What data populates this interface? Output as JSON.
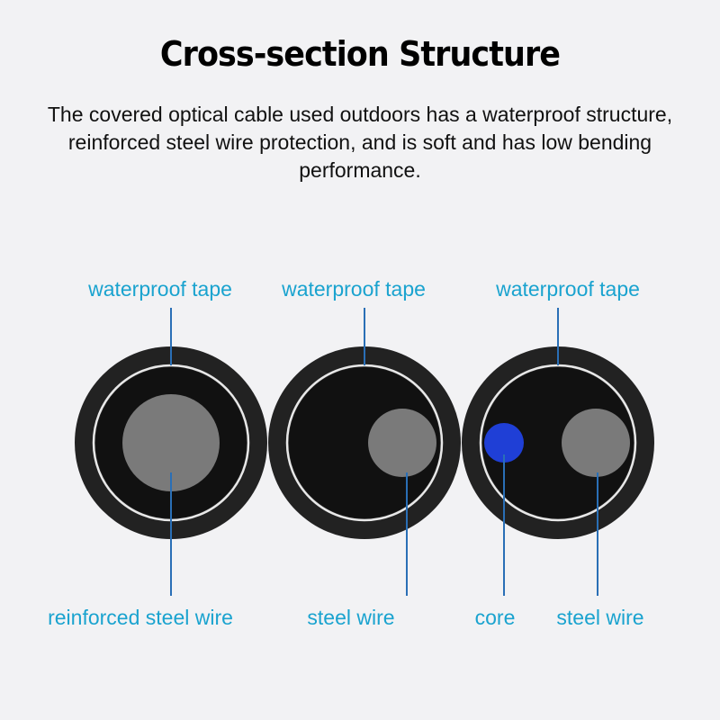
{
  "title": "Cross-section Structure",
  "description": "The covered optical cable used outdoors has a waterproof structure, reinforced steel wire protection, and is soft and has low bending performance.",
  "colors": {
    "label": "#1aa3cf",
    "leader_line": "#2a6fb6",
    "jacket": "#222222",
    "inner": "#111111",
    "tape_ring": "#e8e8e8",
    "steel_wire": "#7a7a7a",
    "core": "#1f3fd6"
  },
  "top_labels": [
    "waterproof tape",
    "waterproof tape",
    "waterproof tape"
  ],
  "bottom_labels": [
    "reinforced steel wire",
    "steel wire",
    "core",
    "steel wire"
  ]
}
